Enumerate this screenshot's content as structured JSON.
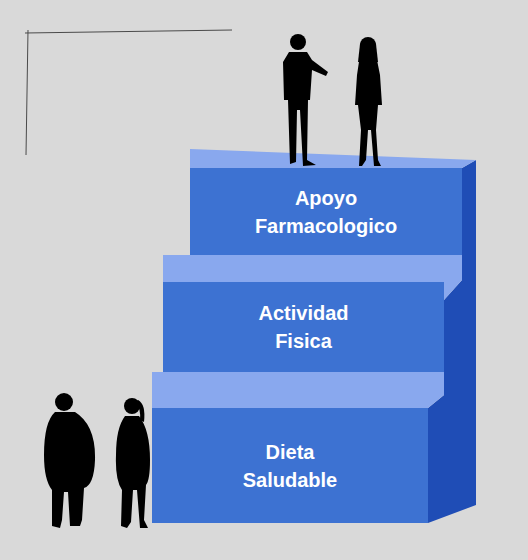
{
  "diagram": {
    "nodes": [
      {
        "text": [
          "Apoyo Farmacologico"
        ]
      },
      {
        "text": [
          "Actividad Fisica"
        ]
      },
      {
        "text": [
          "Dieta Saludable"
        ]
      }
    ]
  }
}
